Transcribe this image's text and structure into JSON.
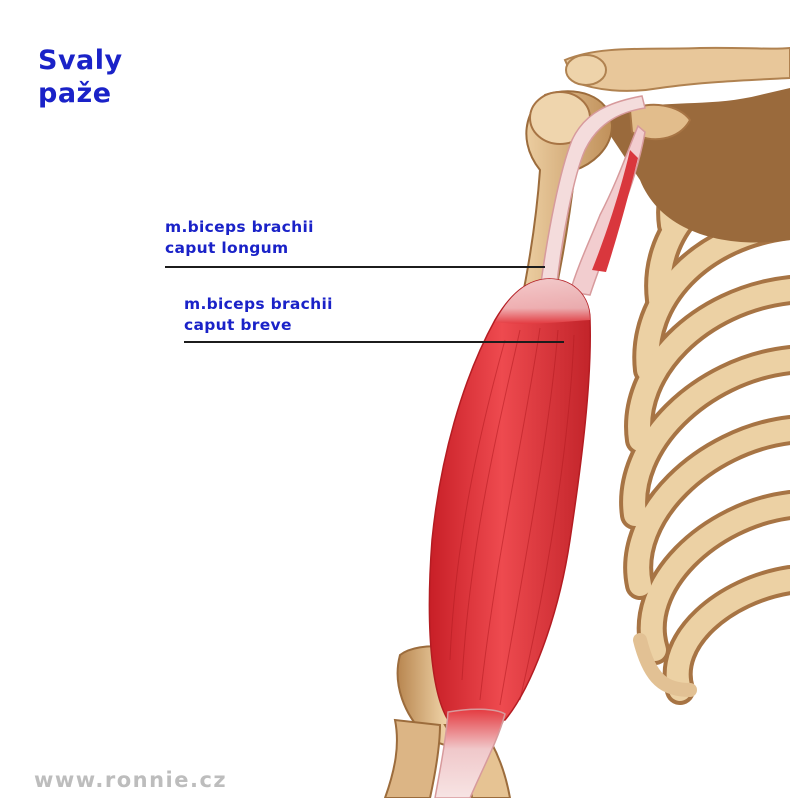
{
  "title": {
    "line1": "Svaly",
    "line2": "paže"
  },
  "labels": [
    {
      "line1": "m.biceps brachii",
      "line2": "caput longum"
    },
    {
      "line1": "m.biceps brachii",
      "line2": "caput breve"
    }
  ],
  "watermark": "www.ronnie.cz",
  "colors": {
    "label_text": "#1a22c8",
    "muscle": "#e0343a",
    "tendon": "#f2c9cb",
    "bone": "#e8c79a",
    "leader_line": "#1c1c1c",
    "watermark": "#bdbdbd"
  }
}
